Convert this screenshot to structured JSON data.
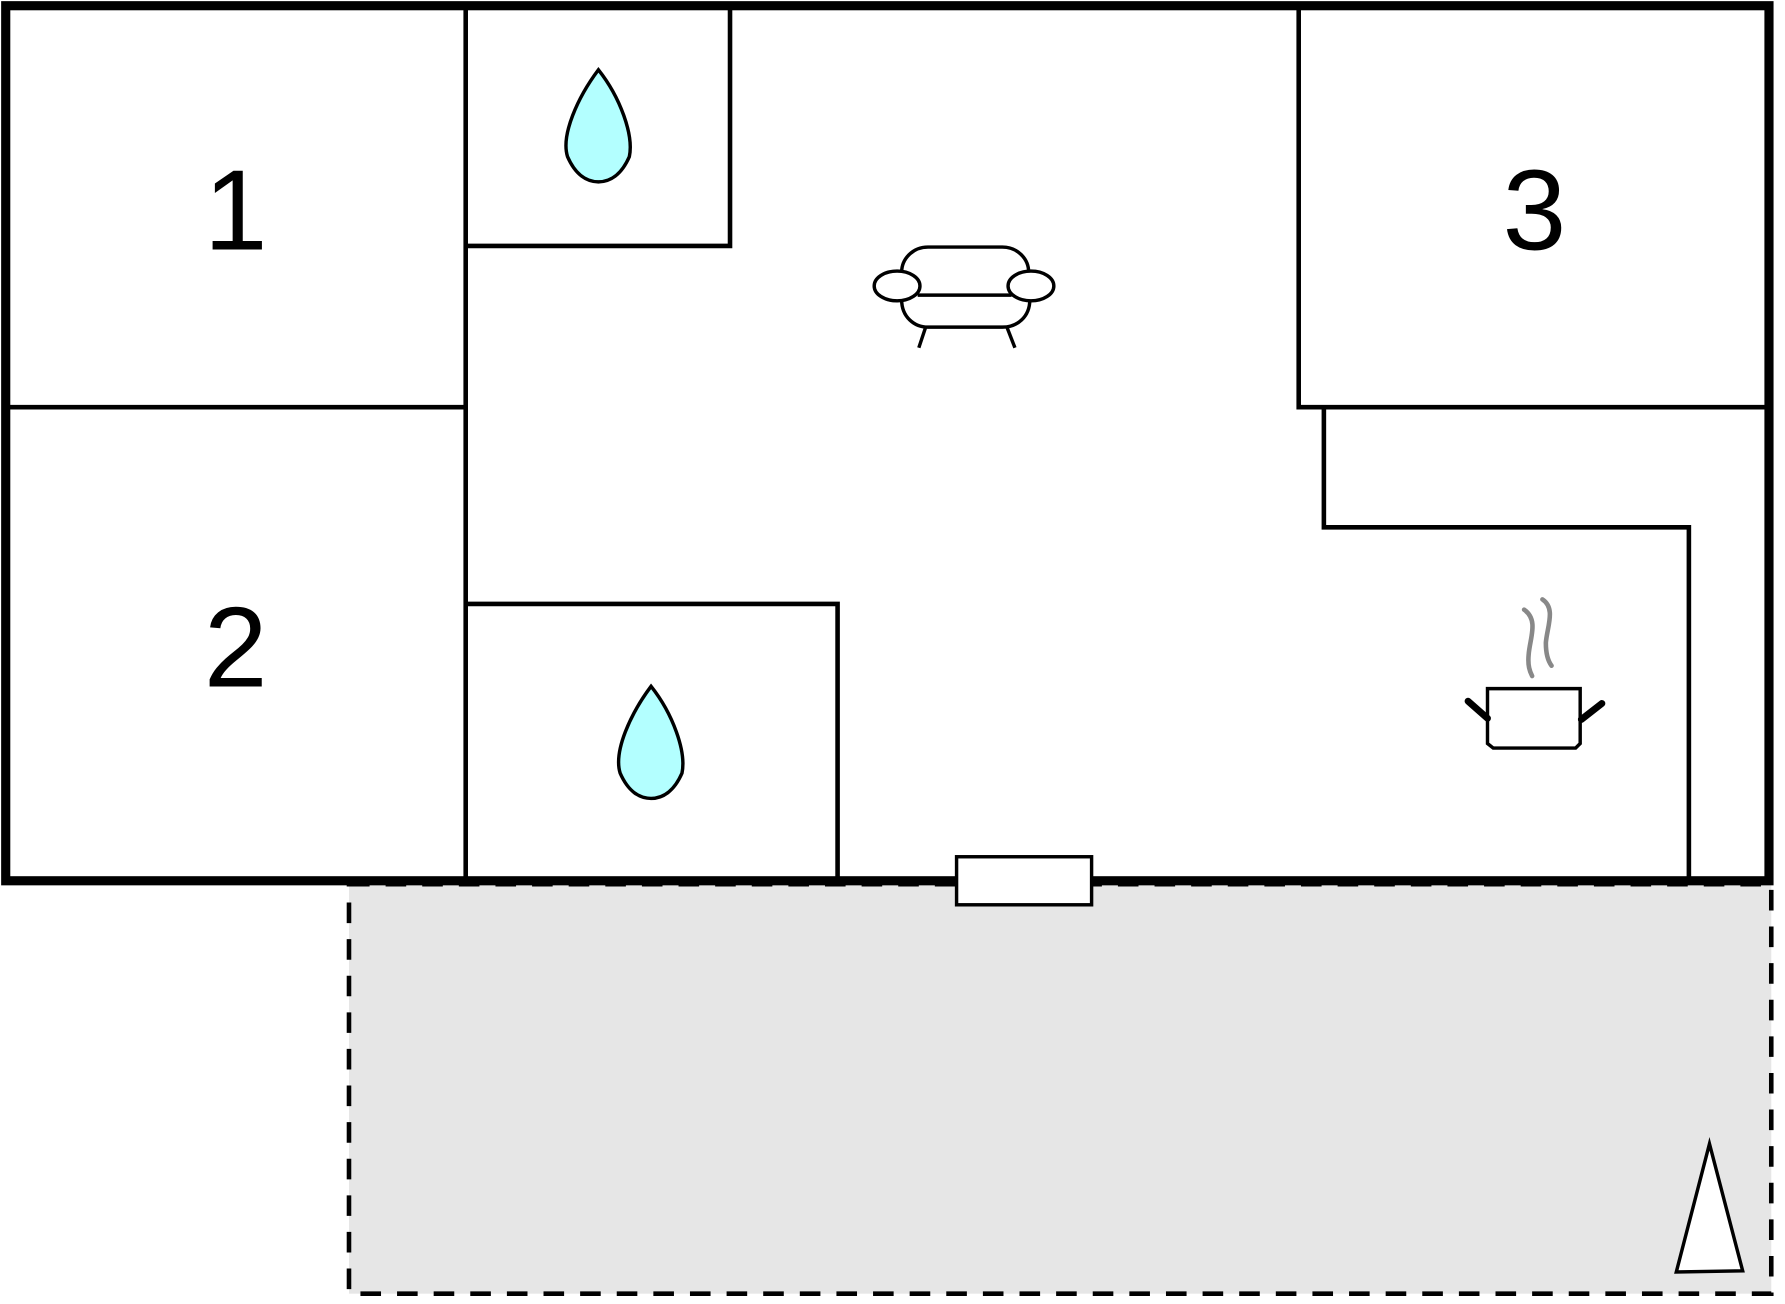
{
  "floor_plan": {
    "title": "",
    "colors": {
      "wall": "#000000",
      "background": "#ffffff",
      "terrace": "#e6e6e6",
      "water": "#b3ffff",
      "steam": "#888888"
    },
    "rooms": [
      {
        "id": "bedroom-1",
        "label": "1",
        "type": "bedroom"
      },
      {
        "id": "bedroom-2",
        "label": "2",
        "type": "bedroom"
      },
      {
        "id": "bedroom-3",
        "label": "3",
        "type": "bedroom"
      },
      {
        "id": "bathroom-top",
        "label": "",
        "type": "bathroom",
        "icon": "water-drop-icon"
      },
      {
        "id": "bathroom-bottom",
        "label": "",
        "type": "bathroom",
        "icon": "water-drop-icon"
      },
      {
        "id": "living-room",
        "label": "",
        "type": "living",
        "icon": "sofa-icon"
      },
      {
        "id": "kitchen",
        "label": "",
        "type": "kitchen",
        "icon": "cooking-pot-icon"
      },
      {
        "id": "terrace",
        "label": "",
        "type": "terrace",
        "style": "dashed"
      }
    ],
    "symbols": {
      "entrance": "entrance-door",
      "north_arrow": "north-arrow-icon"
    }
  }
}
